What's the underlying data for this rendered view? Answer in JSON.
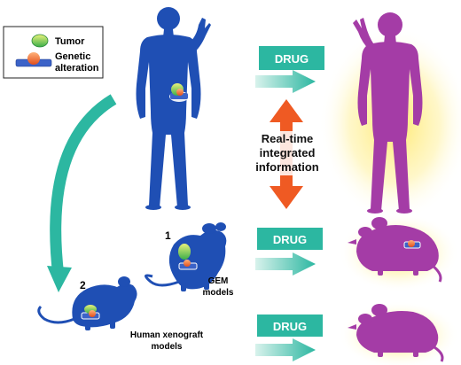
{
  "legend": {
    "tumor_label": "Tumor",
    "genetic_label_line1": "Genetic",
    "genetic_label_line2": "alteration"
  },
  "drug_label": "DRUG",
  "center_label": {
    "line1": "Real-time",
    "line2": "integrated",
    "line3": "information"
  },
  "models": {
    "gem_number": "1",
    "gem_label_line1": "GEM",
    "gem_label_line2": "models",
    "xeno_number": "2",
    "xeno_label_line1": "Human xenograft",
    "xeno_label_line2": "models"
  },
  "colors": {
    "blue_figure": "#1f4fb4",
    "purple_figure": "#a43ca6",
    "teal": "#2cb7a1",
    "orange_arrow": "#ef5a23",
    "glow": "#ffe766"
  }
}
